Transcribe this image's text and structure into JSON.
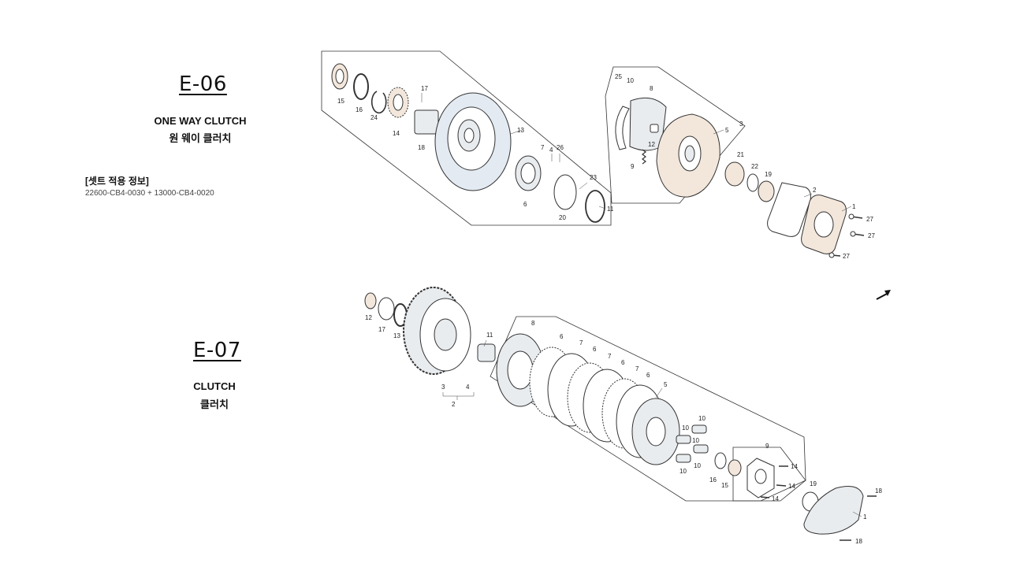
{
  "sections": [
    {
      "code": "E-06",
      "name_en": "ONE WAY CLUTCH",
      "name_ko": "원 웨이 클러치",
      "set_info_title": "[셋트 적용 정보]",
      "set_info_parts": "22600-CB4-0030 + 13000-CB4-0020"
    },
    {
      "code": "E-07",
      "name_en": "CLUTCH",
      "name_ko": "클러치"
    }
  ],
  "callouts_e06": [
    "15",
    "16",
    "24",
    "14",
    "17",
    "18",
    "13",
    "7",
    "4",
    "26",
    "6",
    "23",
    "20",
    "11",
    "25",
    "10",
    "8",
    "5",
    "3",
    "12",
    "9",
    "21",
    "22",
    "19",
    "2",
    "1",
    "27",
    "27",
    "27"
  ],
  "callouts_e07": [
    "12",
    "17",
    "13",
    "11",
    "8",
    "6",
    "7",
    "6",
    "7",
    "6",
    "7",
    "6",
    "5",
    "3",
    "4",
    "2",
    "10",
    "10",
    "10",
    "10",
    "10",
    "16",
    "15",
    "9",
    "14",
    "14",
    "14",
    "19",
    "18",
    "1",
    "18"
  ],
  "colors": {
    "tan_parts": "#f3e7dc",
    "blue_parts": "#e3eaf2"
  }
}
